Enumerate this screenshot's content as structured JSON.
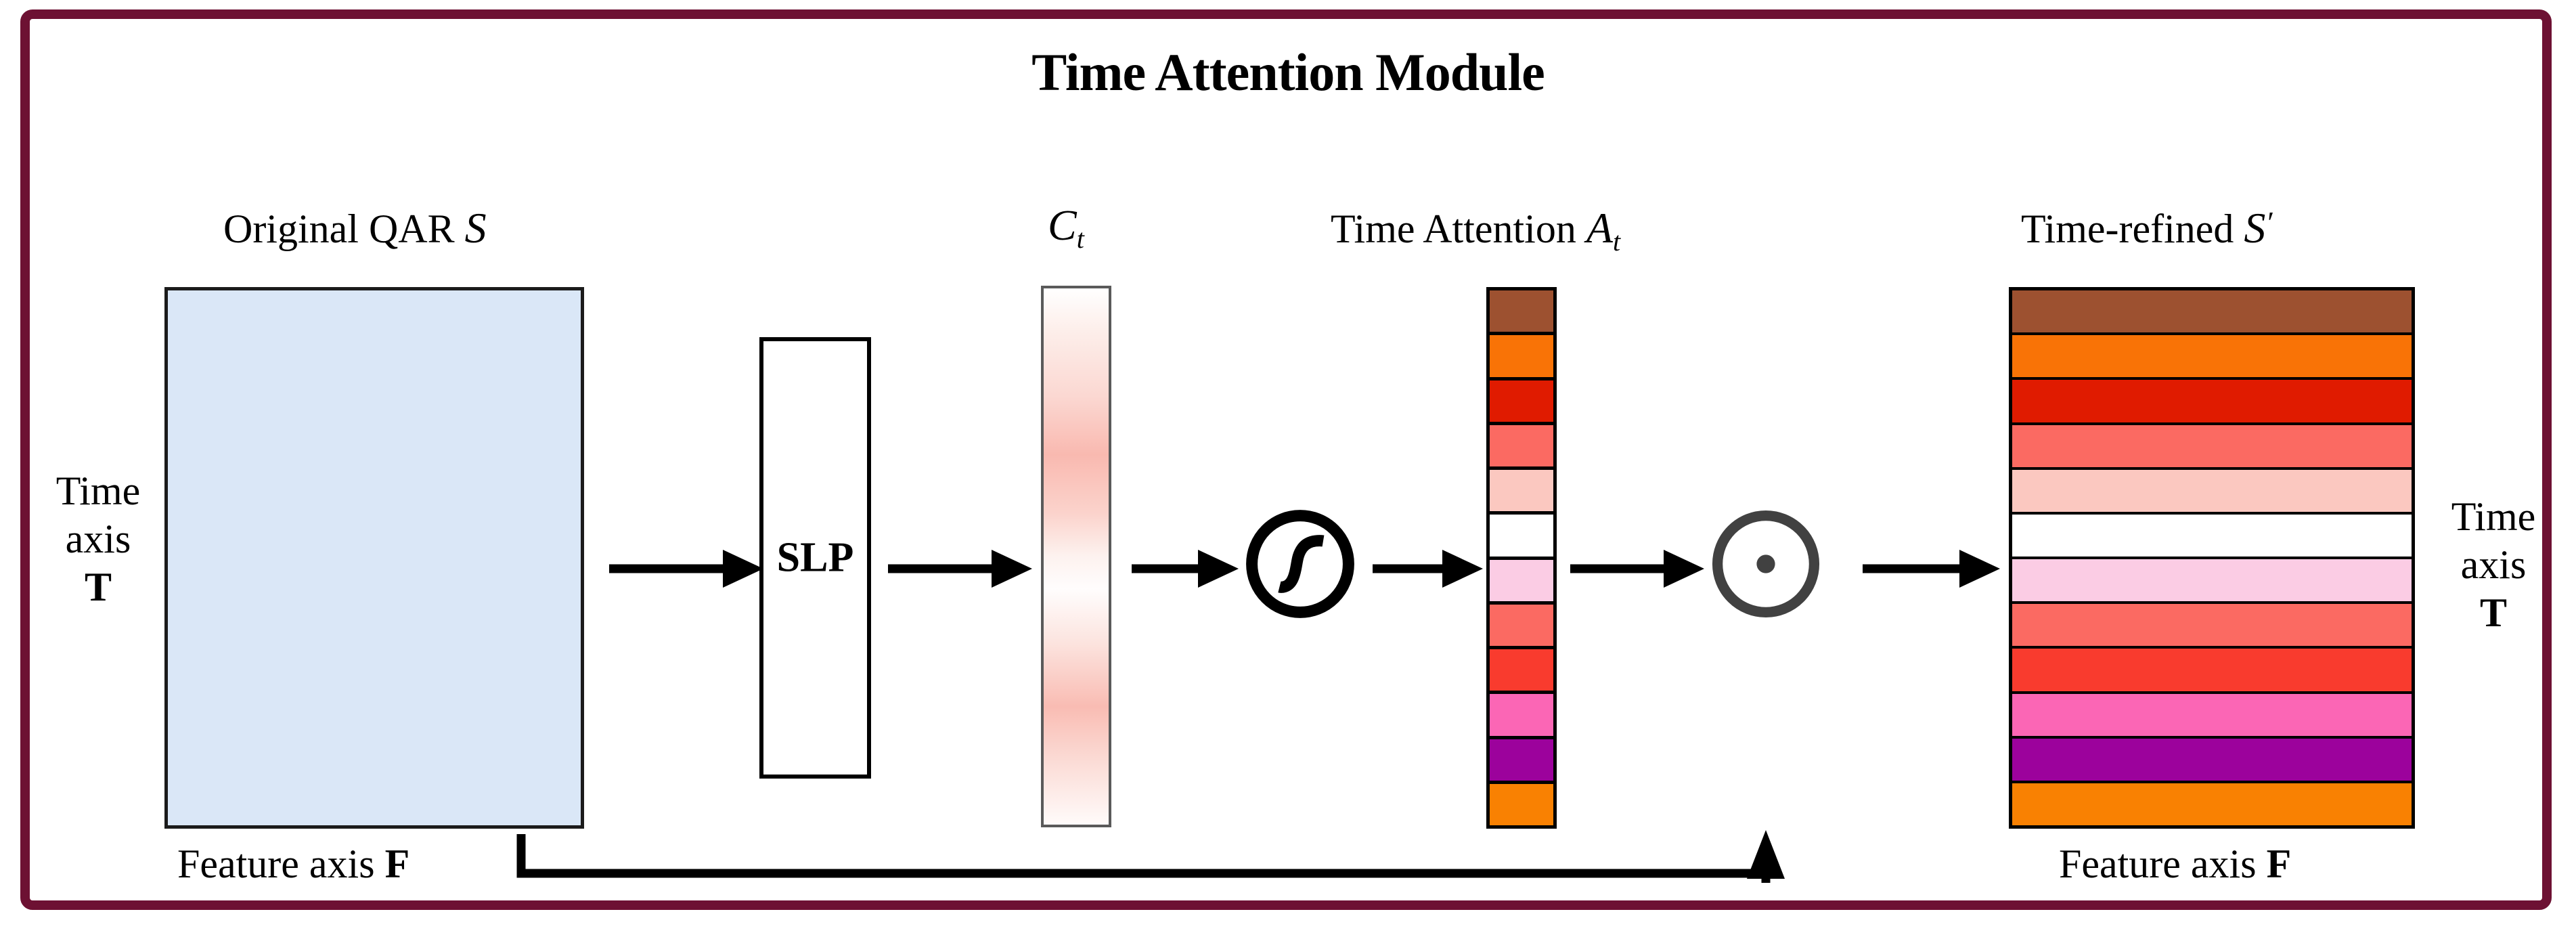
{
  "frame": {
    "border_color": "#6d1133"
  },
  "title": "Time Attention Module",
  "labels": {
    "original_qar_text": "Original QAR",
    "original_qar_symbol": "S",
    "ct_symbol": "C",
    "ct_subscript": "t",
    "time_attention_text": "Time Attention",
    "at_symbol": "A",
    "at_subscript": "t",
    "time_refined_text": "Time-refined",
    "sprime_symbol": "S",
    "sprime_mark": "′",
    "slp": "SLP",
    "feature_axis_left": "Feature axis",
    "feature_axis_left_bold": "F",
    "feature_axis_right": "Feature axis",
    "feature_axis_right_bold": "F",
    "time_axis_line1": "Time",
    "time_axis_line2": "axis",
    "time_axis_line3": "T"
  },
  "icons": {
    "sigmoid": "sigmoid-activation-icon",
    "multiply": "element-wise-multiply-icon",
    "arrow": "right-arrow-icon",
    "feedback_arrow": "feedback-arrow-icon"
  },
  "colors": {
    "qar_fill": "#dae7f7",
    "qar_border": "#1b1b1b",
    "frame_border": "#6d1133",
    "ct_gradient_from": "#ffffff",
    "ct_gradient_peak": "#f9b9b0",
    "multiply_circle": "#414141",
    "arrow_color": "#000000"
  },
  "attention_bands": [
    {
      "name": "band-1",
      "color": "#9d5130"
    },
    {
      "name": "band-2",
      "color": "#f97306"
    },
    {
      "name": "band-3",
      "color": "#e01b00"
    },
    {
      "name": "band-4",
      "color": "#fb6a62"
    },
    {
      "name": "band-5",
      "color": "#fbc8c0"
    },
    {
      "name": "band-6",
      "color": "#ffffff"
    },
    {
      "name": "band-7",
      "color": "#fbcce4"
    },
    {
      "name": "band-8",
      "color": "#fb6a62"
    },
    {
      "name": "band-9",
      "color": "#f93b2e"
    },
    {
      "name": "band-10",
      "color": "#fb66b5"
    },
    {
      "name": "band-11",
      "color": "#9c029c"
    },
    {
      "name": "band-12",
      "color": "#f98102"
    }
  ],
  "refined_bands": [
    {
      "name": "band-1",
      "color": "#9d5130"
    },
    {
      "name": "band-2",
      "color": "#f97306"
    },
    {
      "name": "band-3",
      "color": "#e01b00"
    },
    {
      "name": "band-4",
      "color": "#fb6a62"
    },
    {
      "name": "band-5",
      "color": "#fbc8c0"
    },
    {
      "name": "band-6",
      "color": "#ffffff"
    },
    {
      "name": "band-7",
      "color": "#fbcce4"
    },
    {
      "name": "band-8",
      "color": "#fb6a62"
    },
    {
      "name": "band-9",
      "color": "#f93b2e"
    },
    {
      "name": "band-10",
      "color": "#fb66b5"
    },
    {
      "name": "band-11",
      "color": "#9c029c"
    },
    {
      "name": "band-12",
      "color": "#f98102"
    }
  ]
}
